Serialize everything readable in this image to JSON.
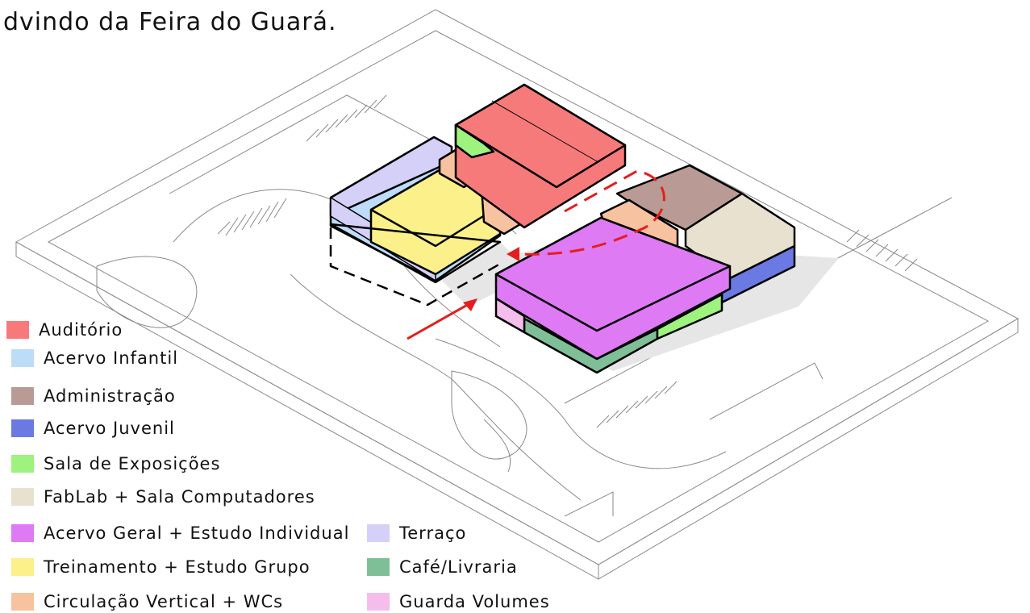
{
  "title": "dvindo da Feira do Guará.",
  "colors": {
    "outline": "#000000",
    "site_line": "#8a8a8a",
    "arrow": "#e41e1e"
  },
  "legend": [
    {
      "label": "Auditório",
      "color": "#f77a7a"
    },
    {
      "label": "Acervo Infantil",
      "color": "#bcdcf8"
    },
    {
      "label": "Administração",
      "color": "#b99a94"
    },
    {
      "label": "Acervo Juvenil",
      "color": "#6a7ae2"
    },
    {
      "label": "Sala de Exposições",
      "color": "#9ef27e"
    },
    {
      "label": "FabLab + Sala Computadores",
      "color": "#e9e1cf"
    },
    {
      "label": "Acervo Geral + Estudo Individual",
      "color": "#dd7af4"
    },
    {
      "label": "Treinamento + Estudo Grupo",
      "color": "#fbf08a"
    },
    {
      "label": "Circulação Vertical + WCs",
      "color": "#f7c2a0"
    },
    {
      "label": "Terraço",
      "color": "#d4d0f7"
    },
    {
      "label": "Café/Livraria",
      "color": "#7fbf98"
    },
    {
      "label": "Guarda Volumes",
      "color": "#f4bdec"
    }
  ]
}
